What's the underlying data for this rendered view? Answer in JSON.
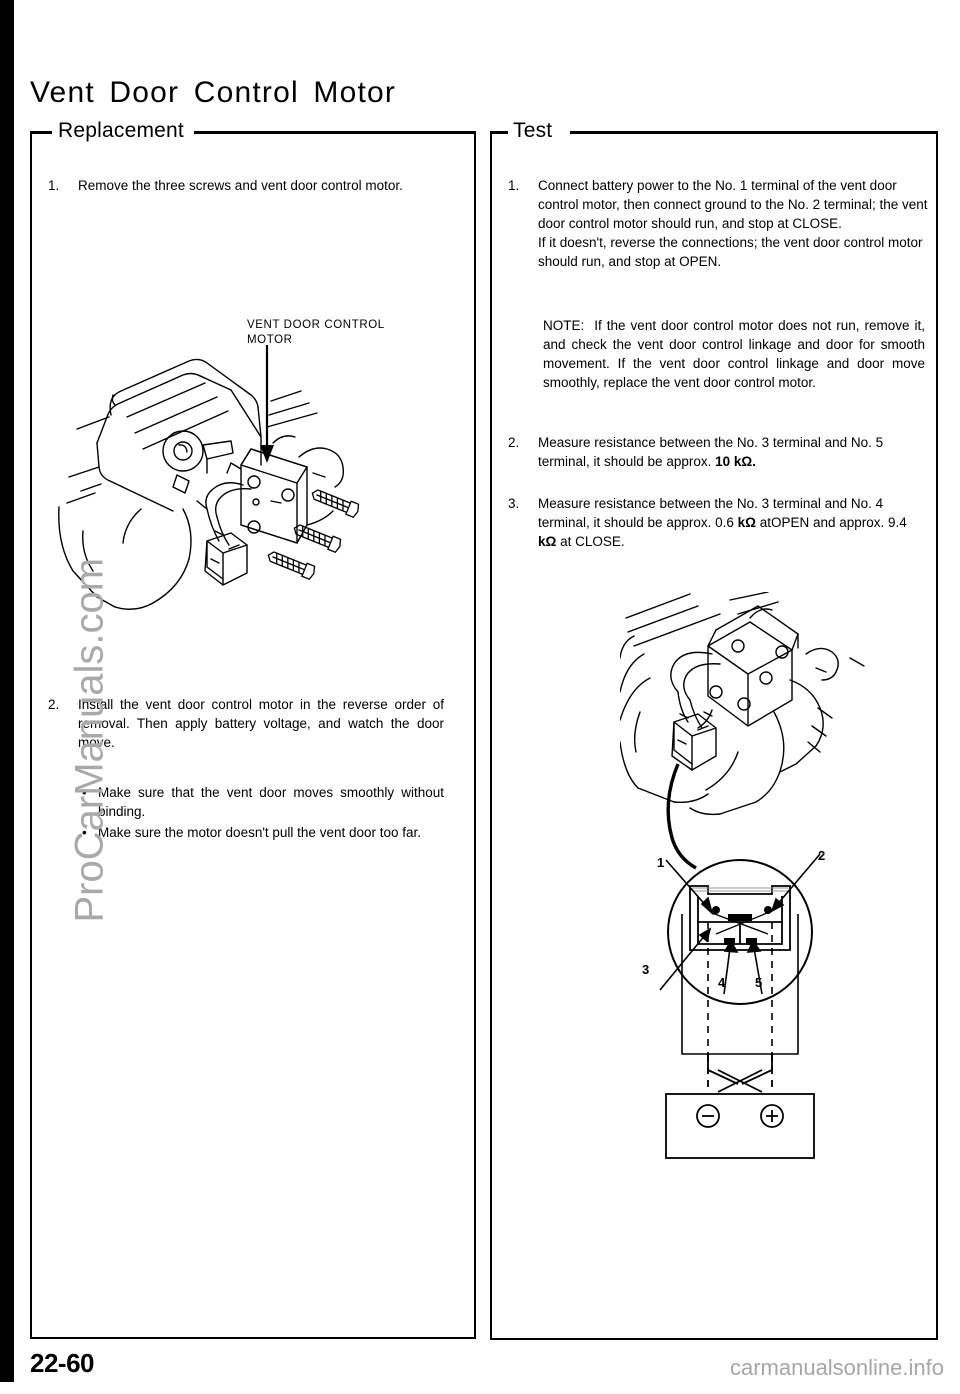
{
  "page": {
    "title": "Vent Door Control Motor",
    "number": "22-60"
  },
  "watermarks": {
    "side": "ProCarManuals.com",
    "bottom": "carmanualsonline.info"
  },
  "left_panel": {
    "heading": "Replacement",
    "steps": [
      {
        "num": "1.",
        "text": "Remove the three screws and vent door control motor."
      },
      {
        "num": "2.",
        "text": "Install the vent door control motor in the reverse order of removal. Then apply battery voltage, and watch the door move."
      }
    ],
    "bullets": [
      "Make sure that the vent door moves smoothly without binding.",
      "Make sure the motor doesn't pull the vent door too far."
    ],
    "figure": {
      "callout_line1": "VENT DOOR CONTROL",
      "callout_line2": "MOTOR"
    }
  },
  "right_panel": {
    "heading": "Test",
    "steps": [
      {
        "num": "1.",
        "text": "Connect battery power to the No. 1 terminal of the vent door control motor, then connect ground to the No. 2 terminal; the vent door control motor should run, and stop at CLOSE.",
        "text2": "If it doesn't, reverse the connections; the vent door control motor should run, and stop at OPEN."
      },
      {
        "num": "2.",
        "pre": "Measure resistance between the No. 3 terminal and No. 5 terminal, it should be approx. ",
        "value": "10 kΩ.",
        "post": ""
      },
      {
        "num": "3.",
        "pre": "Measure resistance between the No. 3 terminal and No. 4 terminal, it should be approx. 0.6 ",
        "value": "kΩ",
        "mid": " atOPEN and approx. 9.4 ",
        "value2": "kΩ",
        "post": " at CLOSE."
      }
    ],
    "note": {
      "label": "NOTE:",
      "text": "If the vent door control motor does not run, remove it, and check the vent door control linkage and door for smooth movement. If the vent door control linkage and door move smoothly, replace the vent door control motor."
    },
    "figure": {
      "terminal_labels": [
        "1",
        "2",
        "3",
        "4",
        "5"
      ],
      "battery_minus": "−",
      "battery_plus": "+"
    }
  }
}
